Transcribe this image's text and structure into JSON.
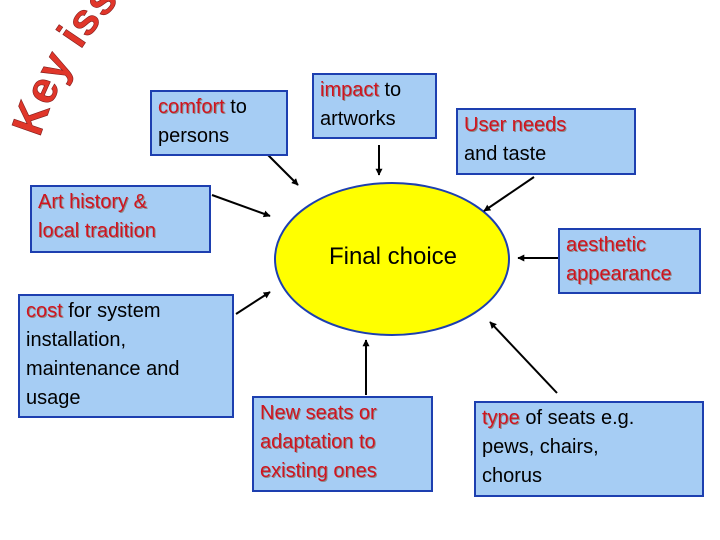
{
  "title": "Key issues for the Final Choice",
  "center": "Final choice",
  "colors": {
    "box_fill": "#a6cdf4",
    "box_border": "#1d3fb0",
    "accent_red": "#d0141f",
    "ellipse_fill": "#ffff00",
    "arrow": "#000000"
  },
  "boxes": {
    "comfort": {
      "key": "comfort",
      "rest": " to",
      "line2": "persons"
    },
    "impact": {
      "key": "impact",
      "rest": " to",
      "line2": "artworks"
    },
    "user": {
      "line1": "User needs",
      "line2": "and taste"
    },
    "art": {
      "line1": "Art history &",
      "line2": "local tradition"
    },
    "aesthetic": {
      "line1": "aesthetic",
      "line2": "appearance"
    },
    "cost": {
      "key": "cost",
      "rest": " for system",
      "line2": "installation,",
      "line3": "maintenance and",
      "line4": "usage"
    },
    "seats": {
      "line1": "New seats or",
      "line2": "adaptation to",
      "line3": "existing ones"
    },
    "type": {
      "key": "type",
      "rest": " of seats e.g.",
      "line2": "pews, chairs,",
      "line3": "chorus"
    }
  }
}
